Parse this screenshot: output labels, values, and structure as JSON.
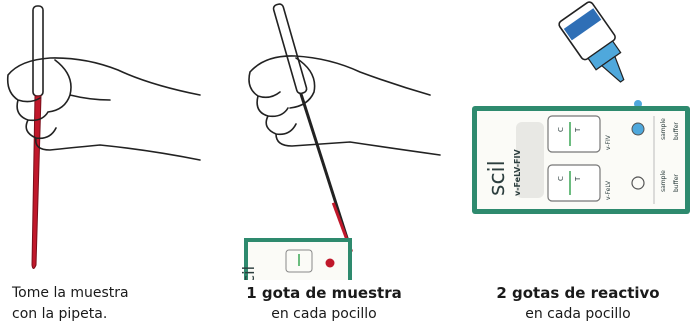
{
  "panels": [
    {
      "caption_line1": "Tome la muestra",
      "caption_line2": "con la pipeta."
    },
    {
      "caption_line1": "1 gota de muestra",
      "caption_line2": "en cada pocillo"
    },
    {
      "caption_line1": "2 gotas de reactivo",
      "caption_line2": "en cada pocillo"
    }
  ],
  "cassette": {
    "brand": "scil",
    "model": "v-FeLV-FIV",
    "label_fiv": "v-FIV",
    "label_felv": "v-FeLV",
    "mark_c": "C",
    "mark_t": "T",
    "word_sample": "sample",
    "word_buffer": "buffer"
  },
  "colors": {
    "cassette_green": "#2e8a6e",
    "blood": "#c0182b",
    "reagent": "#4fa8dc",
    "control_line": "#3aa655"
  }
}
